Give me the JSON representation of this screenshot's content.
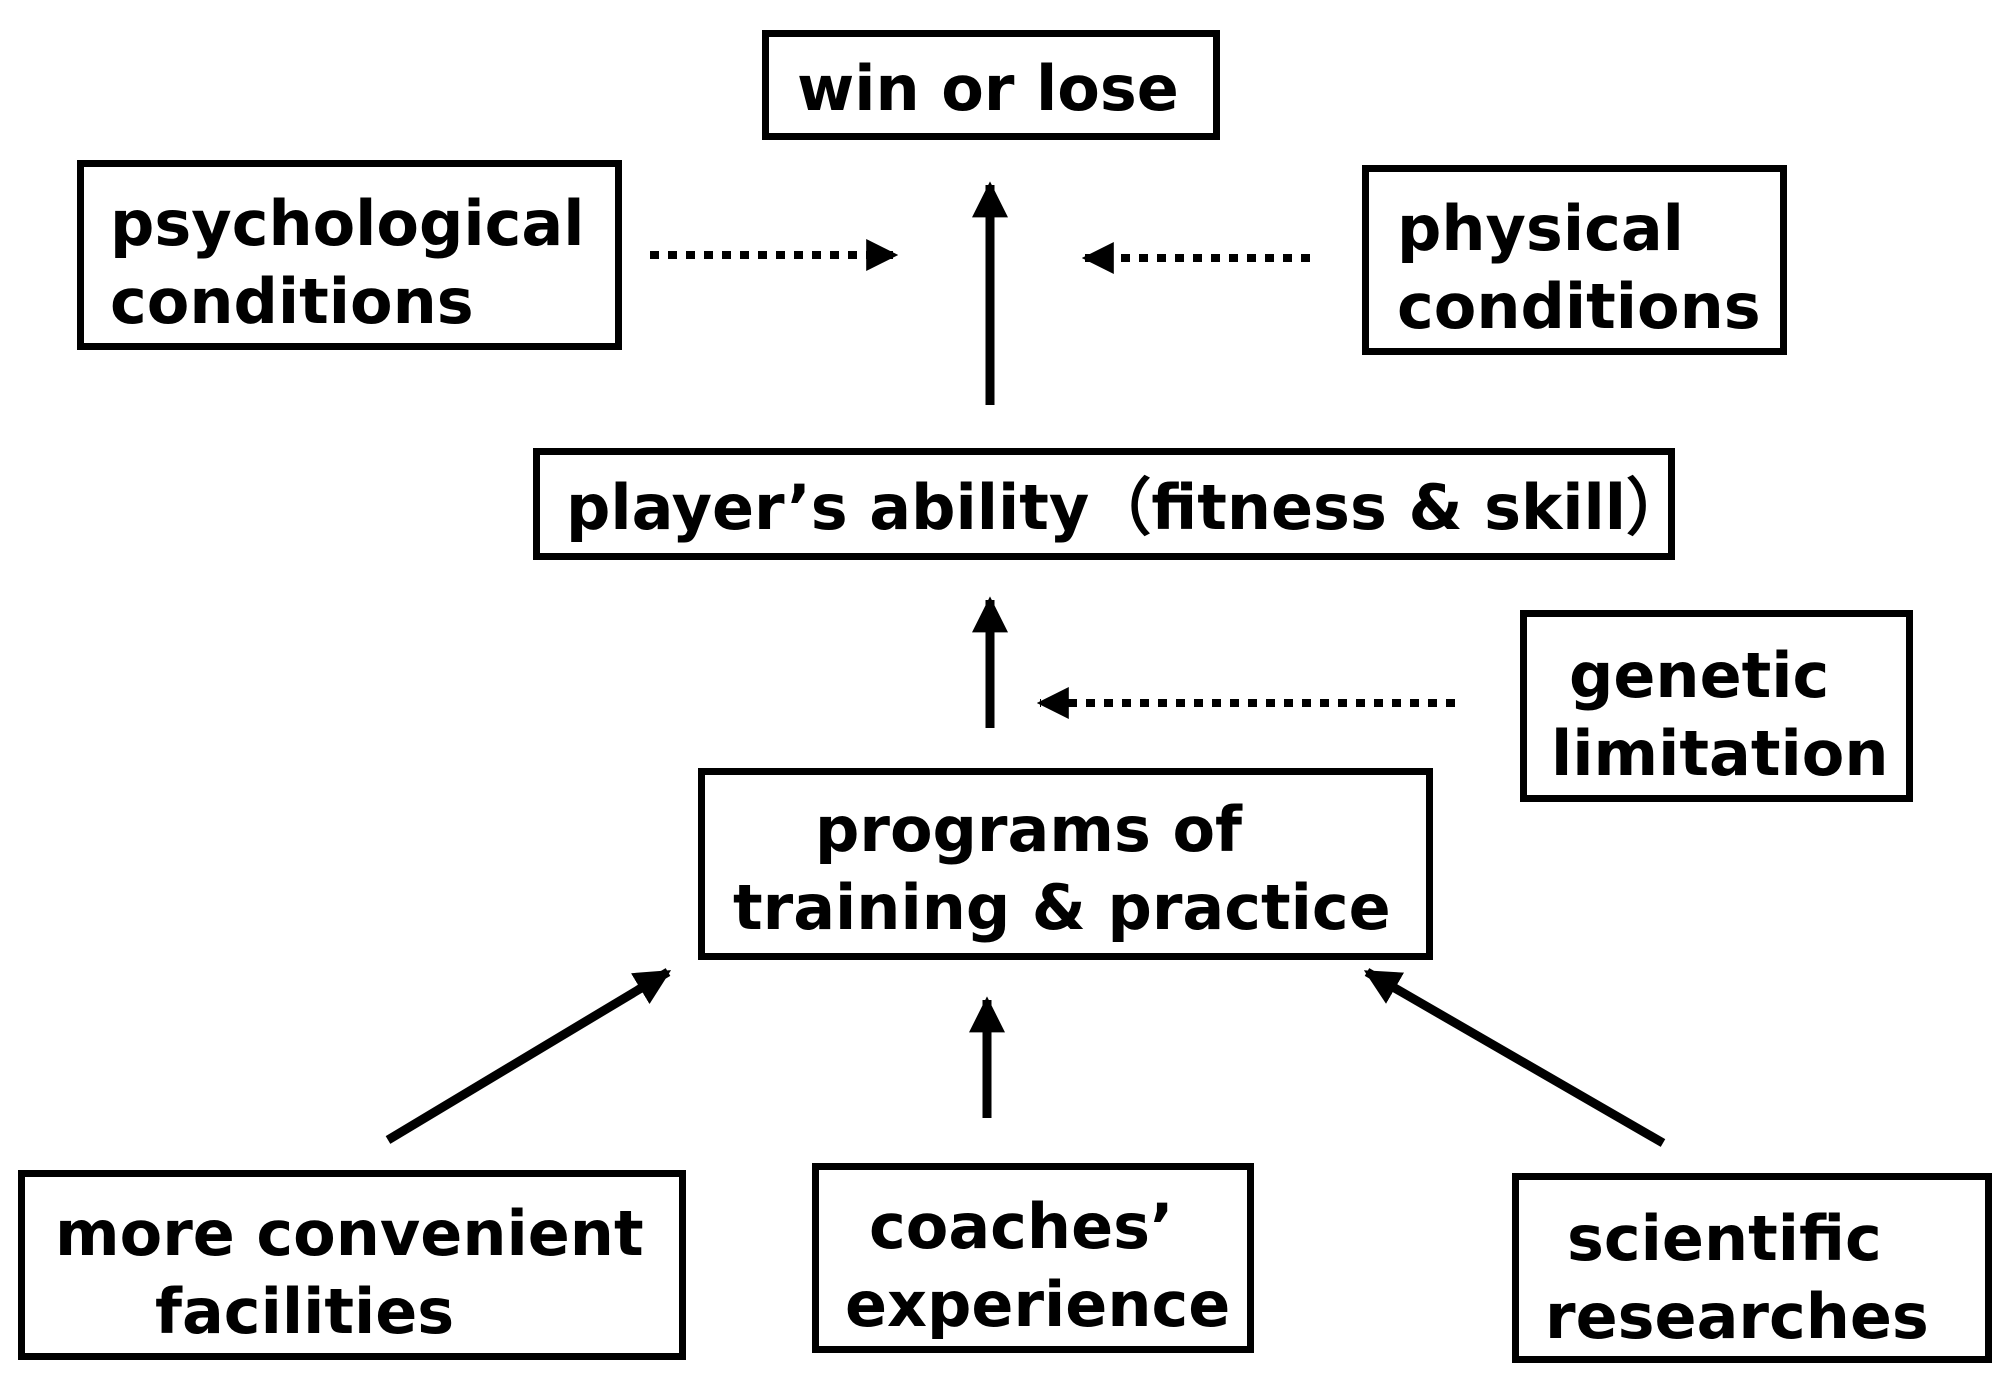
{
  "nodes": {
    "win_or_lose": "win or lose",
    "psychological_conditions": [
      "psychological",
      "conditions"
    ],
    "physical_conditions": [
      "physical",
      "conditions"
    ],
    "players_ability": "player’s ability（fitness & skill）",
    "genetic_limitation": [
      "genetic",
      "limitation"
    ],
    "programs": [
      "programs of",
      "training & practice"
    ],
    "facilities": [
      "more convenient",
      "facilities"
    ],
    "coaches": [
      "coaches’",
      "experience"
    ],
    "researches": [
      "scientific",
      "researches"
    ]
  }
}
